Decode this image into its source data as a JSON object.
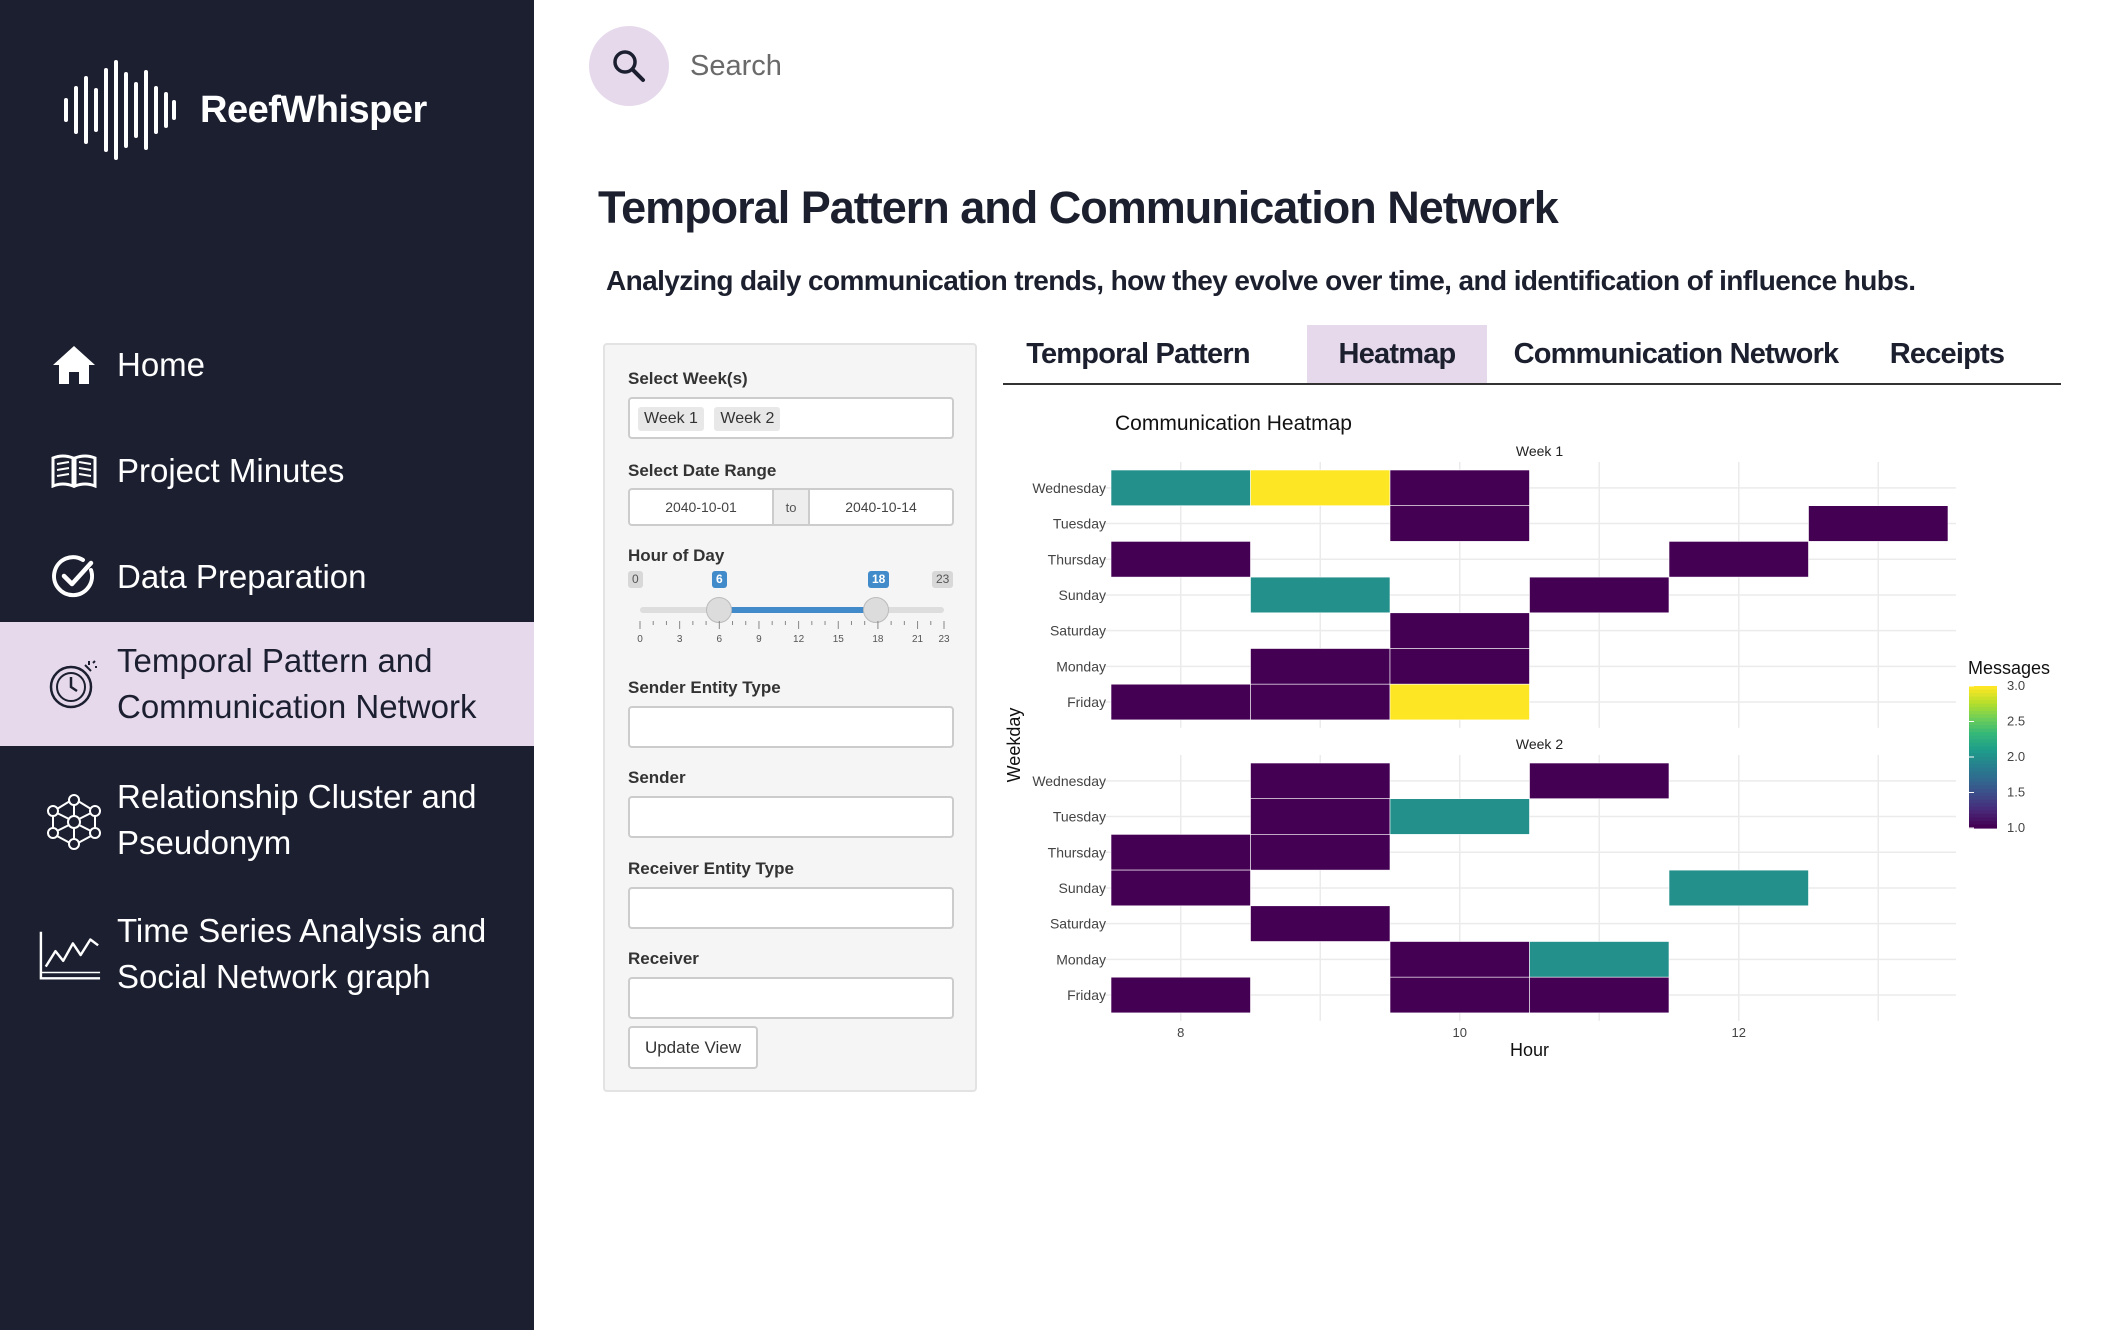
{
  "app": {
    "name": "ReefWhisper",
    "logo_icon": "soundwave-logo-icon"
  },
  "sidebar": {
    "items": [
      {
        "label": "Home",
        "icon": "home-icon",
        "active": false
      },
      {
        "label": "Project Minutes",
        "icon": "book-icon",
        "active": false
      },
      {
        "label": "Data Preparation",
        "icon": "check-circle-icon",
        "active": false
      },
      {
        "label_line1": "Temporal Pattern and",
        "label_line2": "Communication Network",
        "icon": "stopwatch-icon",
        "active": true
      },
      {
        "label_line1": "Relationship Cluster and",
        "label_line2": "Pseudonym",
        "icon": "network-icon",
        "active": false
      },
      {
        "label_line1": "Time Series Analysis and",
        "label_line2": "Social Network graph",
        "icon": "line-chart-icon",
        "active": false
      }
    ]
  },
  "search": {
    "placeholder": "Search",
    "value": ""
  },
  "page": {
    "title": "Temporal Pattern and Communication Network",
    "subtitle": "Analyzing daily communication trends, how they evolve over time, and identification of influence hubs."
  },
  "filters": {
    "weeks_label": "Select Week(s)",
    "weeks_selected": [
      "Week 1",
      "Week 2"
    ],
    "date_label": "Select Date Range",
    "date_start": "2040-10-01",
    "date_sep": "to",
    "date_end": "2040-10-14",
    "hour_label": "Hour of Day",
    "hour_min": "0",
    "hour_max": "23",
    "hour_from": "6",
    "hour_to": "18",
    "hour_ticks": [
      "0",
      "3",
      "6",
      "9",
      "12",
      "15",
      "18",
      "21",
      "23"
    ],
    "sender_type_label": "Sender Entity Type",
    "sender_type_value": "",
    "sender_label": "Sender",
    "sender_value": "",
    "receiver_type_label": "Receiver Entity Type",
    "receiver_type_value": "",
    "receiver_label": "Receiver",
    "receiver_value": "",
    "update_button": "Update View"
  },
  "tabs": [
    {
      "label": "Temporal Pattern",
      "active": false
    },
    {
      "label": "Heatmap",
      "active": true
    },
    {
      "label": "Communication Network",
      "active": false
    },
    {
      "label": "Receipts",
      "active": false
    }
  ],
  "colors": {
    "sidebar_bg": "#1b1f30",
    "accent": "#e6d9ec",
    "slider_blue": "#428bca",
    "viridis_low": "#440154",
    "viridis_mid": "#21908c",
    "viridis_high": "#fde725"
  },
  "chart_data": {
    "type": "heatmap",
    "title": "Communication Heatmap",
    "xlabel": "Hour",
    "ylabel": "Weekday",
    "x_ticks": [
      8,
      10,
      12
    ],
    "x_range": [
      7.5,
      13.5
    ],
    "legend_title": "Messages",
    "legend_ticks": [
      "1.0",
      "1.5",
      "2.0",
      "2.5",
      "3.0"
    ],
    "legend_range": [
      1,
      3
    ],
    "legend_position": "right",
    "grid": true,
    "weekdays": [
      "Wednesday",
      "Tuesday",
      "Thursday",
      "Sunday",
      "Saturday",
      "Monday",
      "Friday"
    ],
    "facets": [
      {
        "name": "Week 1",
        "cells": [
          {
            "day": "Wednesday",
            "hour": 8,
            "value": 2
          },
          {
            "day": "Wednesday",
            "hour": 9,
            "value": 3
          },
          {
            "day": "Wednesday",
            "hour": 10,
            "value": 1
          },
          {
            "day": "Tuesday",
            "hour": 10,
            "value": 1
          },
          {
            "day": "Tuesday",
            "hour": 13,
            "value": 1
          },
          {
            "day": "Thursday",
            "hour": 8,
            "value": 1
          },
          {
            "day": "Thursday",
            "hour": 12,
            "value": 1
          },
          {
            "day": "Sunday",
            "hour": 9,
            "value": 2
          },
          {
            "day": "Sunday",
            "hour": 11,
            "value": 1
          },
          {
            "day": "Saturday",
            "hour": 10,
            "value": 1
          },
          {
            "day": "Monday",
            "hour": 9,
            "value": 1
          },
          {
            "day": "Monday",
            "hour": 10,
            "value": 1
          },
          {
            "day": "Friday",
            "hour": 8,
            "value": 1
          },
          {
            "day": "Friday",
            "hour": 9,
            "value": 1
          },
          {
            "day": "Friday",
            "hour": 10,
            "value": 3
          }
        ]
      },
      {
        "name": "Week 2",
        "cells": [
          {
            "day": "Wednesday",
            "hour": 9,
            "value": 1
          },
          {
            "day": "Wednesday",
            "hour": 11,
            "value": 1
          },
          {
            "day": "Tuesday",
            "hour": 9,
            "value": 1
          },
          {
            "day": "Tuesday",
            "hour": 10,
            "value": 2
          },
          {
            "day": "Thursday",
            "hour": 8,
            "value": 1
          },
          {
            "day": "Thursday",
            "hour": 9,
            "value": 1
          },
          {
            "day": "Sunday",
            "hour": 8,
            "value": 1
          },
          {
            "day": "Sunday",
            "hour": 12,
            "value": 2
          },
          {
            "day": "Saturday",
            "hour": 9,
            "value": 1
          },
          {
            "day": "Monday",
            "hour": 10,
            "value": 1
          },
          {
            "day": "Monday",
            "hour": 11,
            "value": 2
          },
          {
            "day": "Friday",
            "hour": 8,
            "value": 1
          },
          {
            "day": "Friday",
            "hour": 10,
            "value": 1
          },
          {
            "day": "Friday",
            "hour": 11,
            "value": 1
          }
        ]
      }
    ]
  }
}
